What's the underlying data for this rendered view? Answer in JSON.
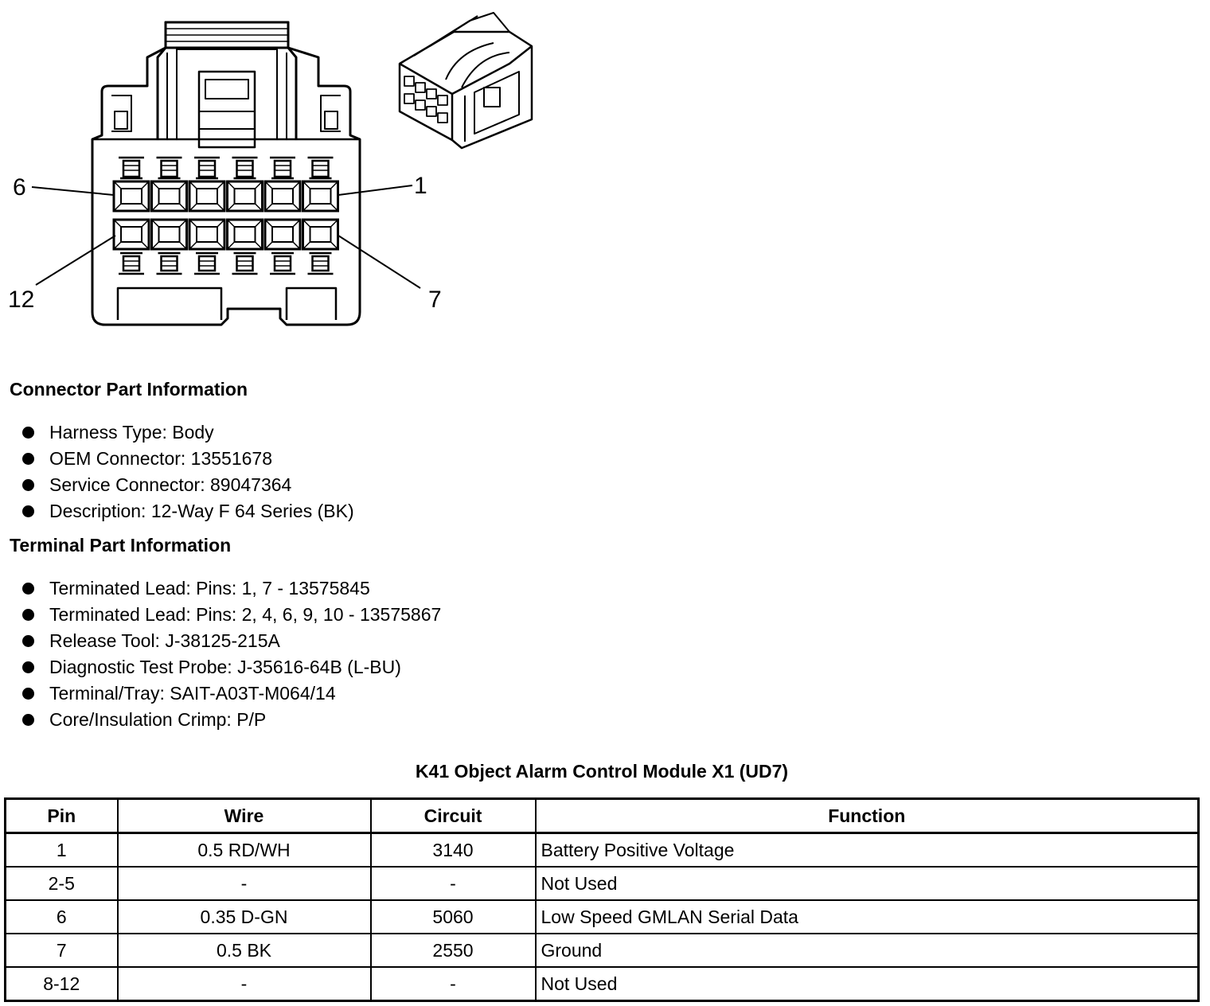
{
  "diagram": {
    "pin_labels": {
      "top_left": "6",
      "top_right": "1",
      "bottom_left": "12",
      "bottom_right": "7"
    }
  },
  "connector_info": {
    "heading": "Connector Part Information",
    "items": [
      "Harness Type: Body",
      "OEM Connector: 13551678",
      "Service Connector: 89047364",
      "Description: 12-Way F 64 Series (BK)"
    ]
  },
  "terminal_info": {
    "heading": "Terminal Part Information",
    "items": [
      "Terminated Lead: Pins: 1, 7 - 13575845",
      "Terminated Lead: Pins: 2, 4, 6, 9, 10 - 13575867",
      "Release Tool: J-38125-215A",
      "Diagnostic Test Probe: J-35616-64B (L-BU)",
      "Terminal/Tray: SAIT-A03T-M064/14",
      "Core/Insulation Crimp: P/P"
    ]
  },
  "table": {
    "title": "K41 Object Alarm Control Module X1 (UD7)",
    "headers": [
      "Pin",
      "Wire",
      "Circuit",
      "Function"
    ],
    "rows": [
      [
        "1",
        "0.5 RD/WH",
        "3140",
        "Battery Positive Voltage"
      ],
      [
        "2-5",
        "-",
        "-",
        "Not Used"
      ],
      [
        "6",
        "0.35 D-GN",
        "5060",
        "Low Speed GMLAN Serial Data"
      ],
      [
        "7",
        "0.5 BK",
        "2550",
        "Ground"
      ],
      [
        "8-12",
        "-",
        "-",
        "Not Used"
      ]
    ]
  }
}
